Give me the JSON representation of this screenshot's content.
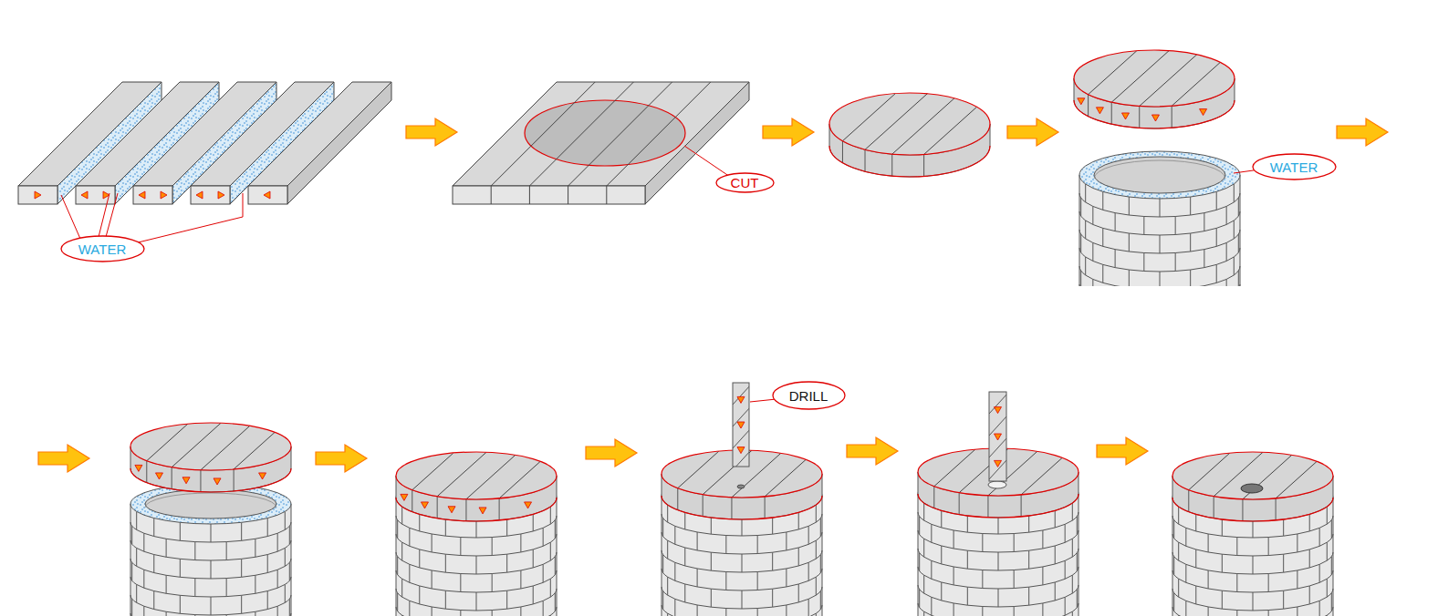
{
  "diagram": {
    "nodes": [
      {
        "text": [
          "WATER"
        ]
      },
      {
        "text": [
          "CUT"
        ]
      },
      {
        "text": [
          "WATER"
        ]
      },
      {
        "text": [
          "DRILL"
        ]
      }
    ]
  }
}
